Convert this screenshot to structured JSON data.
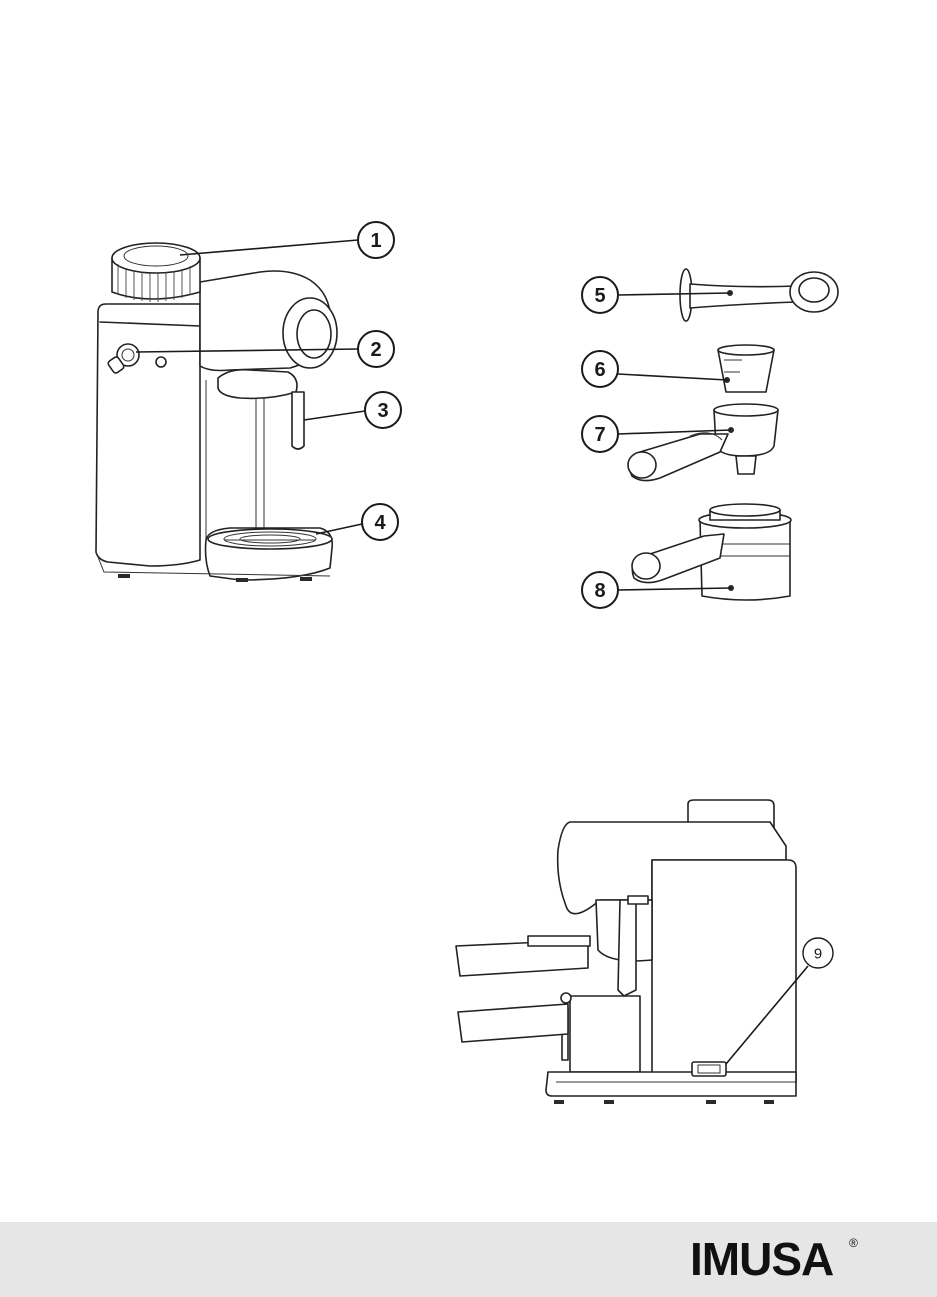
{
  "brand": {
    "logo_text": "IMUSA",
    "registered_mark": "®"
  },
  "callouts": {
    "c1": "1",
    "c2": "2",
    "c3": "3",
    "c4": "4",
    "c5": "5",
    "c6": "6",
    "c7": "7",
    "c8": "8",
    "c9": "9"
  },
  "colors": {
    "ink": "#222222",
    "footer_band": "#e6e6e6"
  }
}
